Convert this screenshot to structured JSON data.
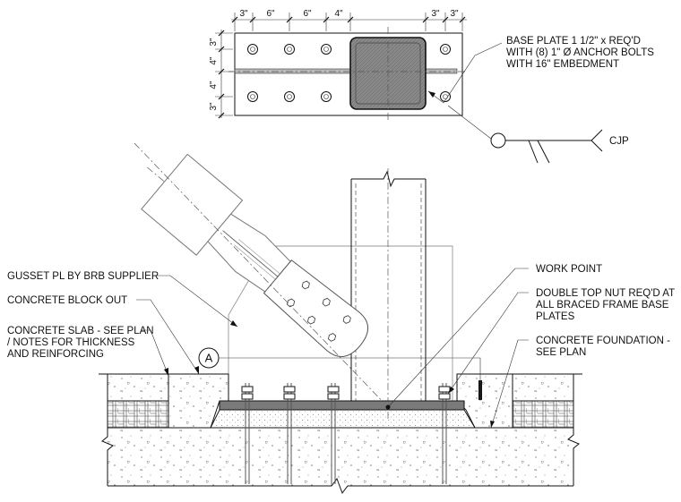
{
  "plan": {
    "dims_top": [
      "3\"",
      "6\"",
      "6\"",
      "4\"",
      "3\"",
      "3\""
    ],
    "dims_left": [
      "3\"",
      "4\"",
      "4\"",
      "3\""
    ]
  },
  "callouts": {
    "base_plate": [
      "BASE PLATE 1 1/2\" x REQ'D",
      "WITH (8) 1\" Ø ANCHOR BOLTS",
      "WITH 16\" EMBEDMENT"
    ],
    "weld": "CJP",
    "gusset": "GUSSET PL BY BRB SUPPLIER",
    "blockout": "CONCRETE BLOCK OUT",
    "slab": [
      "CONCRETE SLAB - SEE PLAN",
      "/ NOTES FOR THICKNESS",
      "AND REINFORCING"
    ],
    "work_point": "WORK POINT",
    "top_nut": [
      "DOUBLE TOP NUT REQ'D AT",
      "ALL BRACED FRAME BASE",
      "PLATES"
    ],
    "foundation": [
      "CONCRETE FOUNDATION -",
      "SEE PLAN"
    ],
    "section_tag": "A"
  }
}
